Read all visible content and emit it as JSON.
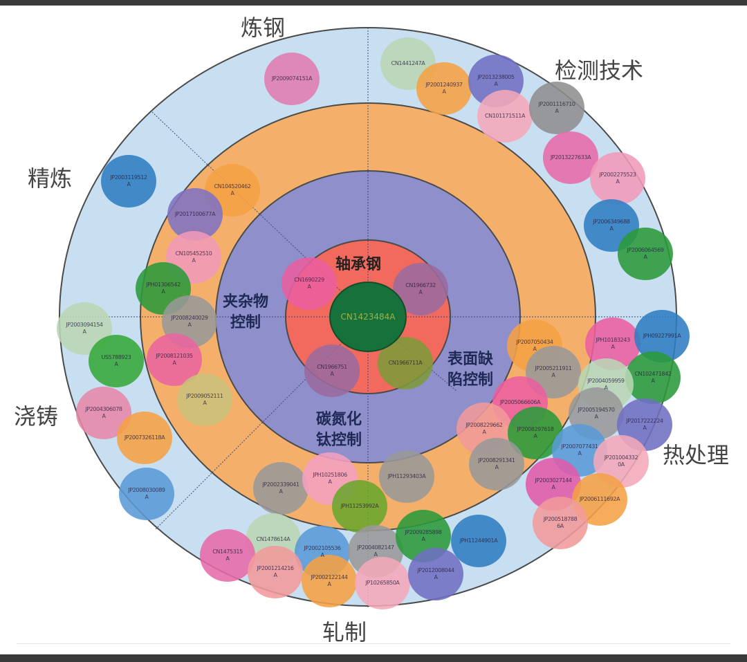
{
  "colors": {
    "outer_ring": "#c8dff1",
    "middle_ring": "#f4b06a",
    "inner_ring": "#8f8fcb",
    "core_ring": "#f26a5e",
    "center": "#17713a"
  },
  "outer_labels": [
    "炼钢",
    "检测技术",
    "精炼",
    "浇铸",
    "热处理",
    "轧制"
  ],
  "inner_labels": [
    "轴承钢",
    "夹杂物\n控制",
    "表面缺\n陷控制",
    "碳氮化\n钛控制"
  ],
  "center_patent": "CN1423484A",
  "patents": [
    {
      "id": "JP2009074151A",
      "color": "#e07bb0"
    },
    {
      "id": "JP2003119512\nA",
      "color": "#2f7dc1"
    },
    {
      "id": "CN104520462\nA",
      "color": "#f5a143"
    },
    {
      "id": "JP2017100677A",
      "color": "#7e72c2"
    },
    {
      "id": "CN105452510\nA",
      "color": "#f19ab8"
    },
    {
      "id": "JPH01306542\nA",
      "color": "#2a9a3a"
    },
    {
      "id": "JP2008240029\nA",
      "color": "#999999"
    },
    {
      "id": "JP2003094154\nA",
      "color": "#b9d6b4"
    },
    {
      "id": "US5788923\nA",
      "color": "#35a83a"
    },
    {
      "id": "JP2008121035\nA",
      "color": "#e9649f"
    },
    {
      "id": "JP2009052111\nA",
      "color": "#c9c07a"
    },
    {
      "id": "JP2004306078\nA",
      "color": "#e688a8"
    },
    {
      "id": "JP2007326118A",
      "color": "#f5a143"
    },
    {
      "id": "JP2008030089\nA",
      "color": "#5a9ad6"
    },
    {
      "id": "CN1690229\nA",
      "color": "#ea5f9f"
    },
    {
      "id": "CN1966732\nA",
      "color": "#9a6a9e"
    },
    {
      "id": "CN1966751\nA",
      "color": "#9a6a9e"
    },
    {
      "id": "CN1966711A",
      "color": "#7d9a3a"
    },
    {
      "id": "CN1441247A",
      "color": "#b9d6b4"
    },
    {
      "id": "JP2001240937\nA",
      "color": "#f5a143"
    },
    {
      "id": "JP2013238005\nA",
      "color": "#6f6fc2"
    },
    {
      "id": "CN101171511A",
      "color": "#f4a8b8"
    },
    {
      "id": "JP2001116710\nA",
      "color": "#8e8e8e"
    },
    {
      "id": "JP2013227633A",
      "color": "#e66aa8"
    },
    {
      "id": "JP2002275523\nA",
      "color": "#f19ab8"
    },
    {
      "id": "JP2006349688\nA",
      "color": "#2f7dc1"
    },
    {
      "id": "JP2006064569\nA",
      "color": "#2a9a3a"
    },
    {
      "id": "JP2007050434\nA",
      "color": "#f5a143"
    },
    {
      "id": "JP2005211911\nA",
      "color": "#999999"
    },
    {
      "id": "JP2005066606A",
      "color": "#ea5f9f"
    },
    {
      "id": "JP2008229662\nA",
      "color": "#f19a9a"
    },
    {
      "id": "JP2008297618\nA",
      "color": "#2a9a3a"
    },
    {
      "id": "JP2008291341\nA",
      "color": "#999999"
    },
    {
      "id": "JPH10183243\nA",
      "color": "#ea5f9f"
    },
    {
      "id": "JPH09227991A",
      "color": "#2f7dc1"
    },
    {
      "id": "CN102471842\nA",
      "color": "#2a9a3a"
    },
    {
      "id": "JP2004059959\nA",
      "color": "#b9d6b4"
    },
    {
      "id": "JP2005194570\nA",
      "color": "#999999"
    },
    {
      "id": "JP2017222224\nA",
      "color": "#6f6fc2"
    },
    {
      "id": "JP2007077431\nA",
      "color": "#5a9ad6"
    },
    {
      "id": "JP201004332\n0A",
      "color": "#f4a8b8"
    },
    {
      "id": "JP2003027144\nA",
      "color": "#e05aa8"
    },
    {
      "id": "JP2006111692A",
      "color": "#f5a143"
    },
    {
      "id": "JP200518788\n6A",
      "color": "#f19a9a"
    },
    {
      "id": "JP2002339041\nA",
      "color": "#999999"
    },
    {
      "id": "JPH10251806\nA",
      "color": "#f4a0c0"
    },
    {
      "id": "JPH11293403A",
      "color": "#999999"
    },
    {
      "id": "JPH11253992A",
      "color": "#6aa52e"
    },
    {
      "id": "CN1478614A",
      "color": "#b9d6b4"
    },
    {
      "id": "CN1475315\nA",
      "color": "#e66aa8"
    },
    {
      "id": "JP2002105536\nA",
      "color": "#5a9ad6"
    },
    {
      "id": "JP2004082147\nA",
      "color": "#999999"
    },
    {
      "id": "JP2001214216\nA",
      "color": "#f19a9a"
    },
    {
      "id": "JP2002122144\nA",
      "color": "#f5a143"
    },
    {
      "id": "JP10265850A",
      "color": "#f4a8b8"
    },
    {
      "id": "JP2009285898\nA",
      "color": "#2a9a3a"
    },
    {
      "id": "JPH11244901A",
      "color": "#2f7dc1"
    },
    {
      "id": "JP2012008044\nA",
      "color": "#6f6fc2"
    }
  ]
}
